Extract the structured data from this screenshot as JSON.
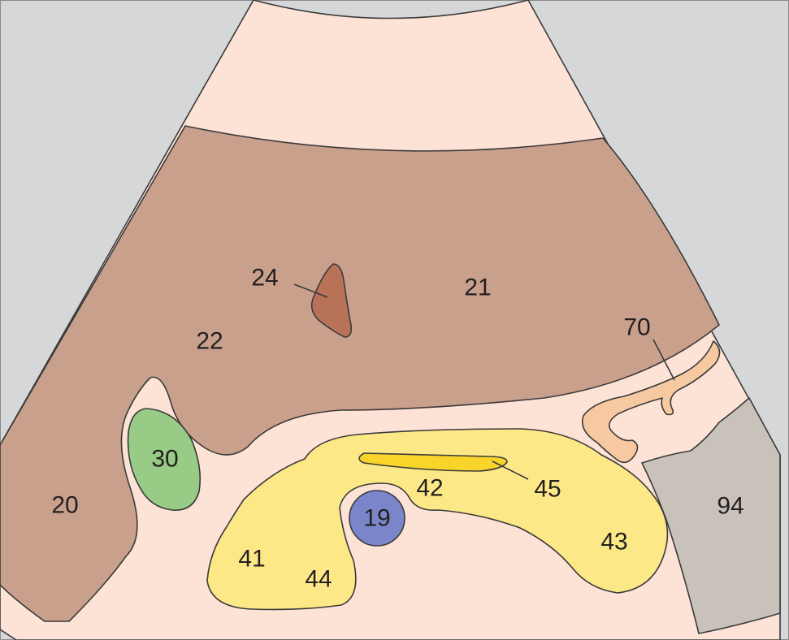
{
  "diagram": {
    "colors": {
      "background": "#d5d7d9",
      "sector": "#fde2d6",
      "liver": "#c9a08c",
      "vessel": "#b87257",
      "gallbladder": "#97cb86",
      "pancreas": "#fde888",
      "duct": "#f9d42a",
      "aorta": "#7a86c9",
      "bowel": "#f7c9a0",
      "kidney": "#c9c2ba",
      "outline": "#3a3a3a"
    },
    "labels": {
      "l20": "20",
      "l21": "21",
      "l22": "22",
      "l24": "24",
      "l30": "30",
      "l41": "41",
      "l42": "42",
      "l43": "43",
      "l44": "44",
      "l45": "45",
      "l70": "70",
      "l94": "94",
      "l19": "19"
    }
  }
}
